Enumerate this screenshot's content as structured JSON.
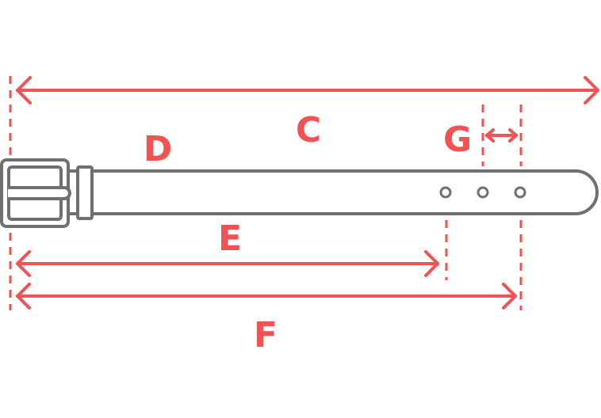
{
  "colors": {
    "accent": "#f25252",
    "belt": "#707070",
    "background": "#ffffff"
  },
  "labels": {
    "c": "C",
    "d": "D",
    "e": "E",
    "f": "F",
    "g": "G"
  }
}
